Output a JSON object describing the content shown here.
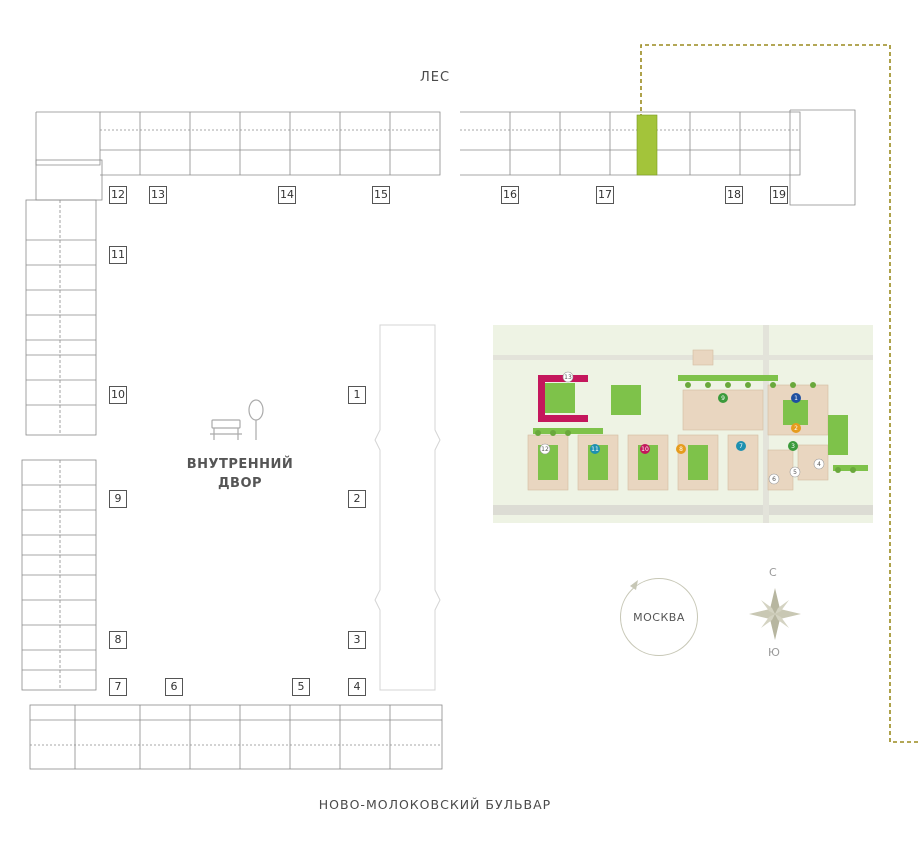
{
  "labels": {
    "top": "ЛЕС",
    "bottom": "НОВО-МОЛОКОВСКИЙ БУЛЬВАР",
    "yard_line1": "ВНУТРЕННИЙ",
    "yard_line2": "ДВОР",
    "direction": "МОСКВА",
    "north": "С",
    "south": "Ю"
  },
  "sections": [
    "1",
    "2",
    "3",
    "4",
    "5",
    "6",
    "7",
    "8",
    "9",
    "10",
    "11",
    "12",
    "13",
    "14",
    "15",
    "16",
    "17",
    "18",
    "19"
  ],
  "colors": {
    "highlight": "#a3c43a",
    "dash": "#9a8a1e",
    "line": "#8a8a8a",
    "map_bg": "#eef3e4",
    "map_building": "#e9d6c0",
    "map_green": "#7ec24a",
    "map_accent": "#c4175c"
  },
  "map_badges": [
    "1",
    "2",
    "3",
    "4",
    "5",
    "6",
    "7",
    "8",
    "9",
    "10",
    "11",
    "12",
    "13"
  ]
}
